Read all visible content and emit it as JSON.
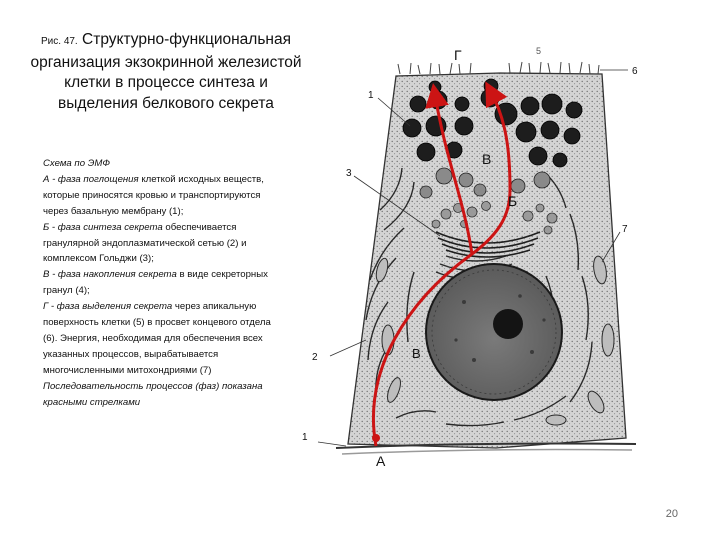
{
  "title": {
    "prefix": "Рис. 47.",
    "text": "Структурно-функциональная организация экзокринной железистой клетки в процессе синтеза и выделения белкового секрета"
  },
  "caption": {
    "scheme": "Схема по ЭМФ",
    "phase_a_label": "А - фаза поглощения",
    "phase_a_text": " клеткой исходных веществ, которые приносятся кровью и транспортируются через базальную мембрану (1);",
    "phase_b_label": "Б - фаза синтеза секрета",
    "phase_b_text": " обеспечивается гранулярной эндоплазматической сетью (2) и комплексом Гольджи (3);",
    "phase_v_label": "В - фаза накопления секрета",
    "phase_v_text": " в виде секреторных гранул (4);",
    "phase_g_label": " Г - фаза выделения секрета",
    "phase_g_text": " через апикальную поверхность клетки (5) в просвет концевого отдела (6). Энергия, необходимая для обеспечения всех указанных процессов, вырабатывается многочисленными митохондриями (7)",
    "footer": "Последовательность процессов (фаз) показана красными стрелками"
  },
  "figure": {
    "labels": {
      "g": "Г",
      "b": "Б",
      "v_upper": "В",
      "v_lower": "В",
      "a": "А"
    },
    "numbers": {
      "n1_top": "1",
      "n1_bottom": "1",
      "n2": "2",
      "n3": "3",
      "n5": "5",
      "n6": "6",
      "n7": "7"
    },
    "colors": {
      "arrow": "#cc1414",
      "granule": "#1d1d1d",
      "nucleus": "#6f6f6f",
      "cytoplasm": "#d9d9d9"
    }
  },
  "page_number": "20"
}
